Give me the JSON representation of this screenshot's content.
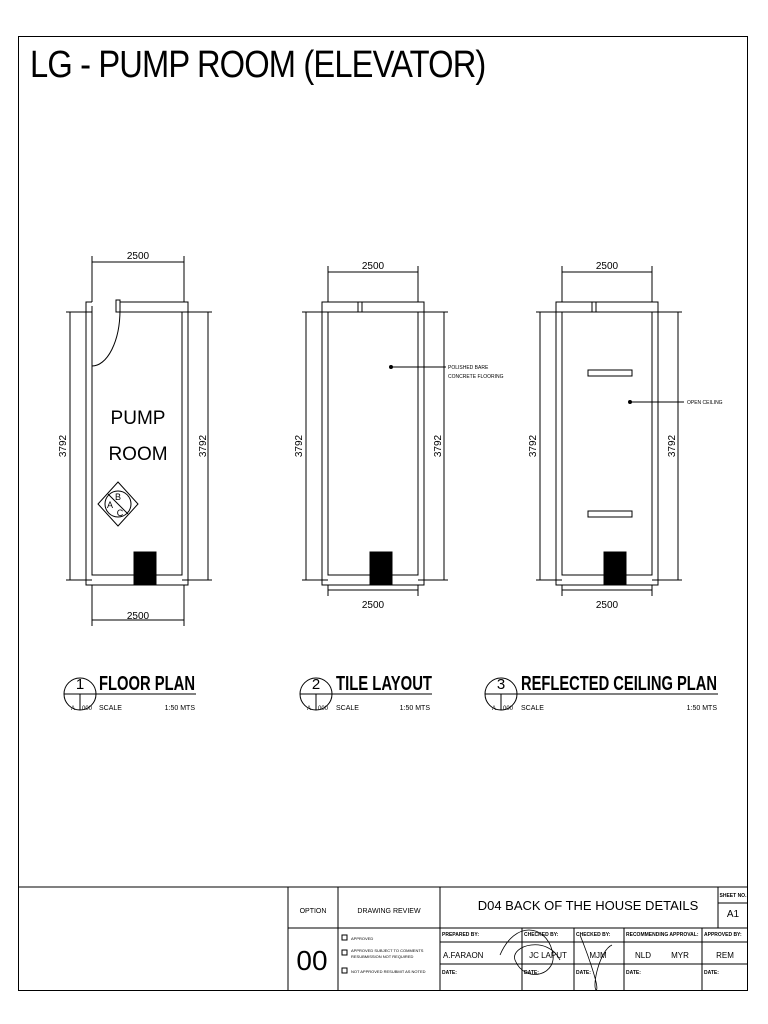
{
  "sheet_title": "LG - PUMP ROOM (ELEVATOR)",
  "plans": [
    {
      "number": "1",
      "sheet_ref": "A",
      "drawing_ref": "000",
      "name": "FLOOR PLAN",
      "scale_label": "SCALE",
      "scale_value": "1:50 MTS",
      "dim_top": "2500",
      "dim_bottom": "2500",
      "dim_left": "3792",
      "dim_right": "3792",
      "room_label_line1": "PUMP",
      "room_label_line2": "ROOM",
      "fire_class_letters": [
        "A",
        "B",
        "C"
      ]
    },
    {
      "number": "2",
      "sheet_ref": "A",
      "drawing_ref": "000",
      "name": "TILE LAYOUT",
      "scale_label": "SCALE",
      "scale_value": "1:50 MTS",
      "dim_top": "2500",
      "dim_bottom": "2500",
      "dim_left": "3792",
      "dim_right": "3792",
      "note_line1": "POLISHED BARE",
      "note_line2": "CONCRETE FLOORING"
    },
    {
      "number": "3",
      "sheet_ref": "A",
      "drawing_ref": "000",
      "name": "REFLECTED CEILING PLAN",
      "scale_label": "SCALE",
      "scale_value": "1:50 MTS",
      "dim_top": "2500",
      "dim_bottom": "2500",
      "dim_left": "3792",
      "dim_right": "3792",
      "note_line1": "OPEN CEILING"
    }
  ],
  "title_block": {
    "option_label": "OPTION",
    "option_value": "00",
    "drawing_review_label": "DRAWING REVIEW",
    "review_options": [
      "APPROVED",
      "APPROVED SUBJECT TO COMMENTS",
      "RESUBMISSION NOT REQUIRED",
      "NOT APPROVED RESUBMIT AS NOTED"
    ],
    "drawing_title": "D04 BACK OF THE HOUSE DETAILS",
    "sheet_no_label": "SHEET NO.",
    "sheet_no_value": "A1",
    "prepared_by_label": "PREPARED BY:",
    "prepared_by_value": "A.FARAON",
    "checked_by_1_label": "CHECKED BY:",
    "checked_by_1_value": "JC LAPUT",
    "checked_by_2_label": "CHECKED BY:",
    "checked_by_2_value": "MJM",
    "recommending_label": "RECOMMENDING APPROVAL:",
    "recommending_value_1": "NLD",
    "recommending_value_2": "MYR",
    "approved_by_label": "APPROVED BY:",
    "approved_by_value": "REM",
    "date_label": "DATE:"
  }
}
